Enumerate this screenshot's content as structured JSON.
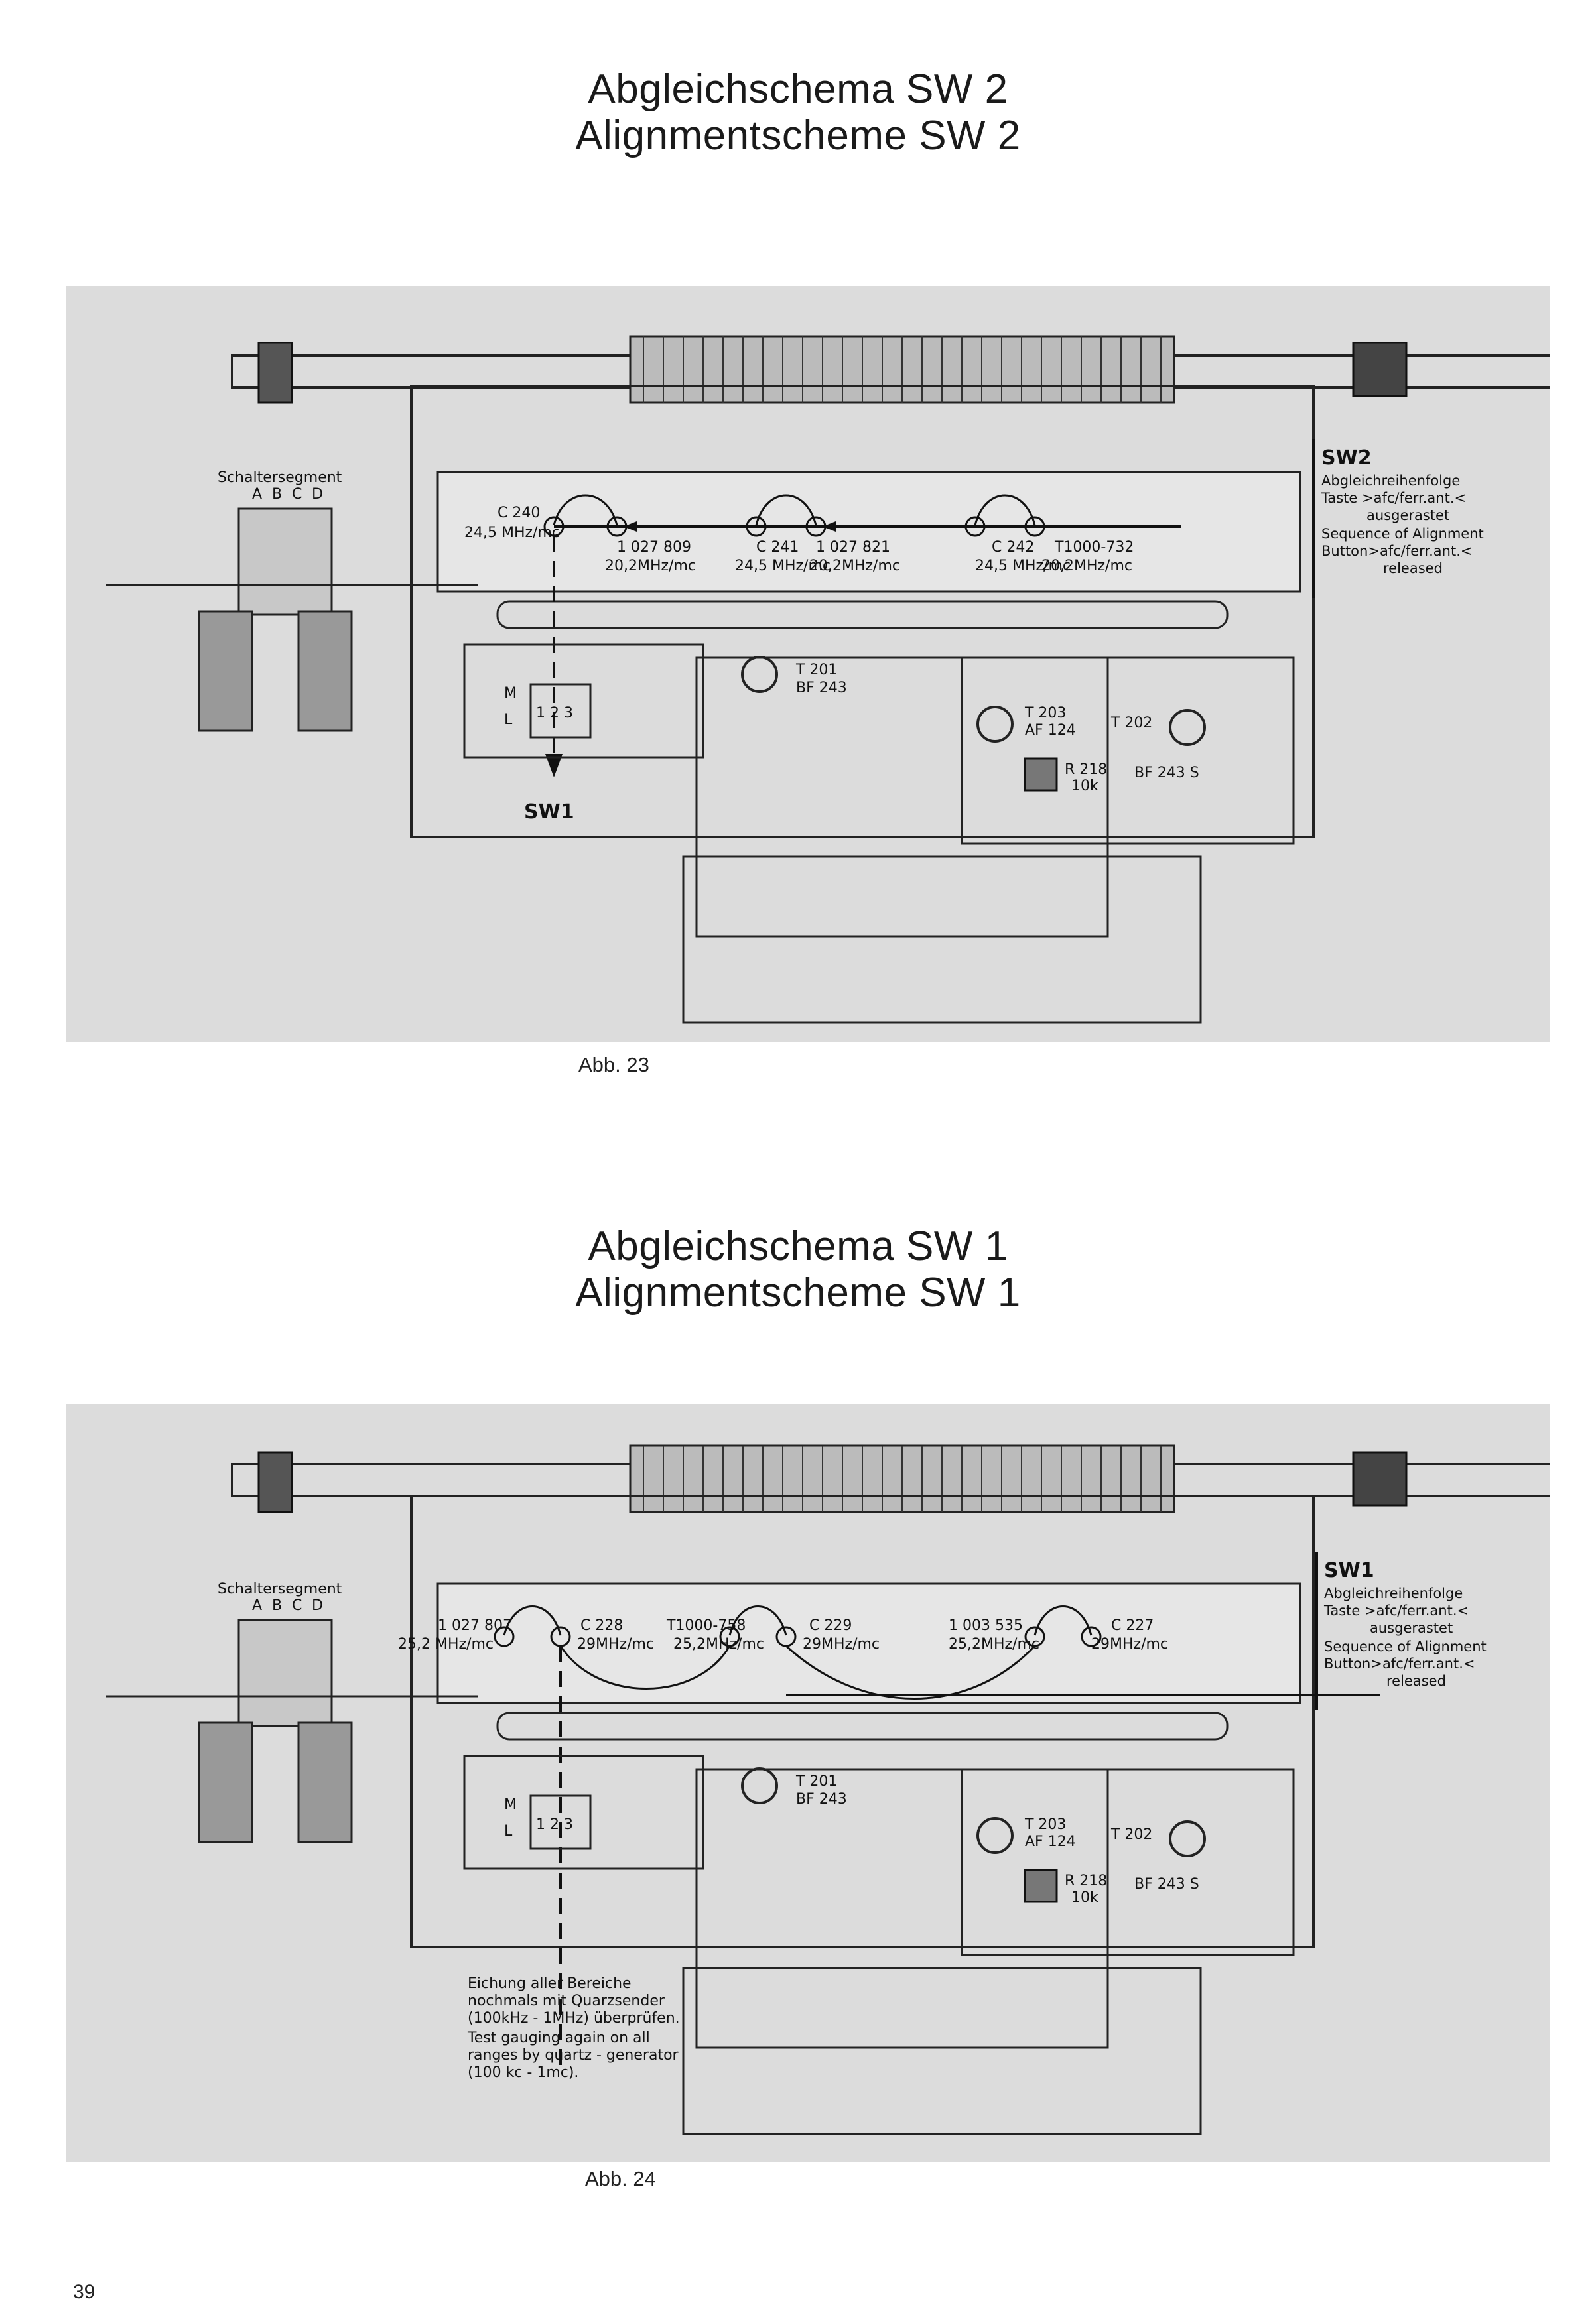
{
  "sections": [
    {
      "title_de": "Abgleichschema SW 2",
      "title_en": "Alignmentscheme SW 2",
      "figure_label": "Abb. 23",
      "segment_label": "Schaltersegment",
      "segment_letters": [
        "A",
        "B",
        "C",
        "D"
      ],
      "components": [
        {
          "name": "C 240",
          "freq": "24,5 MHz/mc"
        },
        {
          "name": "1 027 809",
          "freq": "20,2MHz/mc"
        },
        {
          "name": "C 241",
          "freq": "24,5 MHz/mc"
        },
        {
          "name": "1 027 821",
          "freq": "20,2MHz/mc"
        },
        {
          "name": "C 242",
          "freq": "24,5 MHz/mc"
        },
        {
          "name": "T1000-732",
          "freq": "20,2MHz/mc"
        }
      ],
      "legend": {
        "title": "SW2",
        "lines": [
          "Abgleichreihenfolge",
          "Taste >afc/ferr.ant.<",
          "ausgerastet",
          "Sequence of Alignment",
          "Button>afc/ferr.ant.<",
          "released"
        ]
      },
      "board": {
        "t201": "T 201",
        "bf243": "BF 243",
        "t203": "T 203",
        "af124": "AF 124",
        "t202": "T 202",
        "bf243s": "BF 243 S",
        "r218": "R 218",
        "r218_val": "10k",
        "switch_m": "M",
        "switch_l": "L",
        "switch_nums": "1 2 3"
      },
      "bottom_label": "SW1"
    },
    {
      "title_de": "Abgleichschema SW 1",
      "title_en": "Alignmentscheme SW 1",
      "figure_label": "Abb. 24",
      "segment_label": "Schaltersegment",
      "segment_letters": [
        "A",
        "B",
        "C",
        "D"
      ],
      "components": [
        {
          "name": "1 027 807",
          "freq": "25,2 MHz/mc"
        },
        {
          "name": "C 228",
          "freq": "29MHz/mc"
        },
        {
          "name": "T1000-758",
          "freq": "25,2MHz/mc"
        },
        {
          "name": "C 229",
          "freq": "29MHz/mc"
        },
        {
          "name": "1 003 535",
          "freq": "25,2MHz/mc"
        },
        {
          "name": "C 227",
          "freq": "29MHz/mc"
        }
      ],
      "legend": {
        "title": "SW1",
        "lines": [
          "Abgleichreihenfolge",
          "Taste >afc/ferr.ant.<",
          "ausgerastet",
          "Sequence of Alignment",
          "Button>afc/ferr.ant.<",
          "released"
        ]
      },
      "board": {
        "t201": "T 201",
        "bf243": "BF 243",
        "t203": "T 203",
        "af124": "AF 124",
        "t202": "T 202",
        "bf243s": "BF 243 S",
        "r218": "R 218",
        "r218_val": "10k",
        "switch_m": "M",
        "switch_l": "L",
        "switch_nums": "1 2 3"
      },
      "note_lines": [
        "Eichung aller Bereiche",
        "nochmals mit Quarzsender",
        "(100kHz - 1MHz) überprüfen.",
        "Test gauging again on all",
        "ranges by quartz - generator",
        "(100 kc - 1mc)."
      ]
    }
  ],
  "page_number": "39"
}
